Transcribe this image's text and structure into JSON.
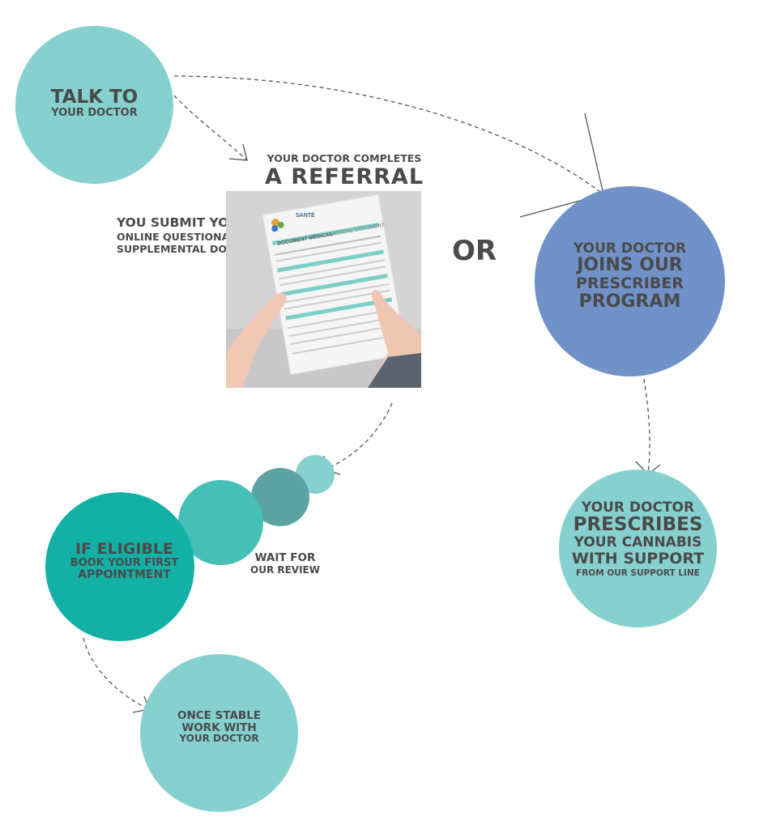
{
  "colors": {
    "light_teal": "#86d0d0",
    "blue": "#7192c9",
    "dark_teal": "#13b0a6",
    "mid_teal": "#46bfb6",
    "slate_teal": "#5ea3a3",
    "text": "#4a4a4a"
  },
  "talk": {
    "line1": "TALK TO",
    "line2": "YOUR DOCTOR"
  },
  "referral": {
    "line1": "YOUR DOCTOR COMPLETES",
    "line2": "A REFERRAL"
  },
  "submit": {
    "line1": "YOU SUBMIT YOUR",
    "line2": "ONLINE QUESTIONAIRE &",
    "line3": "SUPPLEMENTAL DOCUMENTS"
  },
  "document": {
    "brand": "SANTÉ",
    "title_fr": "DOCUMENT MÉDICAL",
    "title_en": "MEDICAL DOCUMENT"
  },
  "or_text": "OR",
  "prescriber": {
    "line1": "YOUR DOCTOR",
    "line2": "JOINS OUR",
    "line3": "PRESCRIBER",
    "line4": "PROGRAM"
  },
  "prescribes": {
    "line1": "YOUR DOCTOR",
    "line2": "PRESCRIBES",
    "line3": "YOUR CANNABIS",
    "line4": "WITH SUPPORT",
    "line5": "FROM OUR SUPPORT LINE"
  },
  "eligible": {
    "line1": "IF ELIGIBLE",
    "line2": "BOOK YOUR FIRST",
    "line3": "APPOINTMENT"
  },
  "wait": {
    "line1": "WAIT FOR",
    "line2": "OUR REVIEW"
  },
  "stable": {
    "line1": "ONCE STABLE",
    "line2": "WORK WITH",
    "line3": "YOUR DOCTOR"
  }
}
